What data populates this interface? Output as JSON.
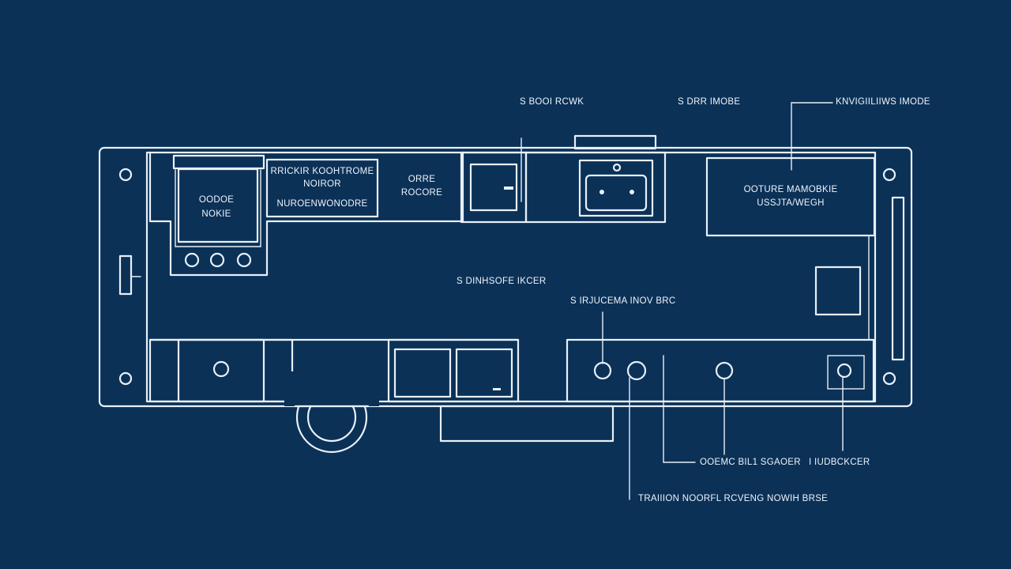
{
  "colors": {
    "background": "#0b3157",
    "line": "#e8f0f8"
  },
  "callouts": {
    "top_1": "S BOOI RCWK",
    "top_2": "S DRR IMOBE",
    "top_3": "KNVIGIILIIWS IMODE",
    "center": "S DINHSOFE IKCER",
    "center_2": "S IRJUCEMA INOV BRC",
    "bottom_1": "OOEMC BIL1 SGAOER",
    "bottom_2": "I IUDBCKCER",
    "bottom_3": "TRAIIION NOORFL RCVENG NOWIH BRSE"
  },
  "rooms": {
    "left_closet_1": "OODOE",
    "left_closet_2": "NOKIE",
    "upper_block_1": "RRICKIR KOOHTROME",
    "upper_block_2": "NOIROR",
    "upper_block_3": "NUROENWONODRE",
    "mid_1": "ORRE",
    "mid_2": "ROCORE",
    "right_block_1": "OOTURE MAMOBKIE",
    "right_block_2": "USSJTA/WEGH"
  }
}
